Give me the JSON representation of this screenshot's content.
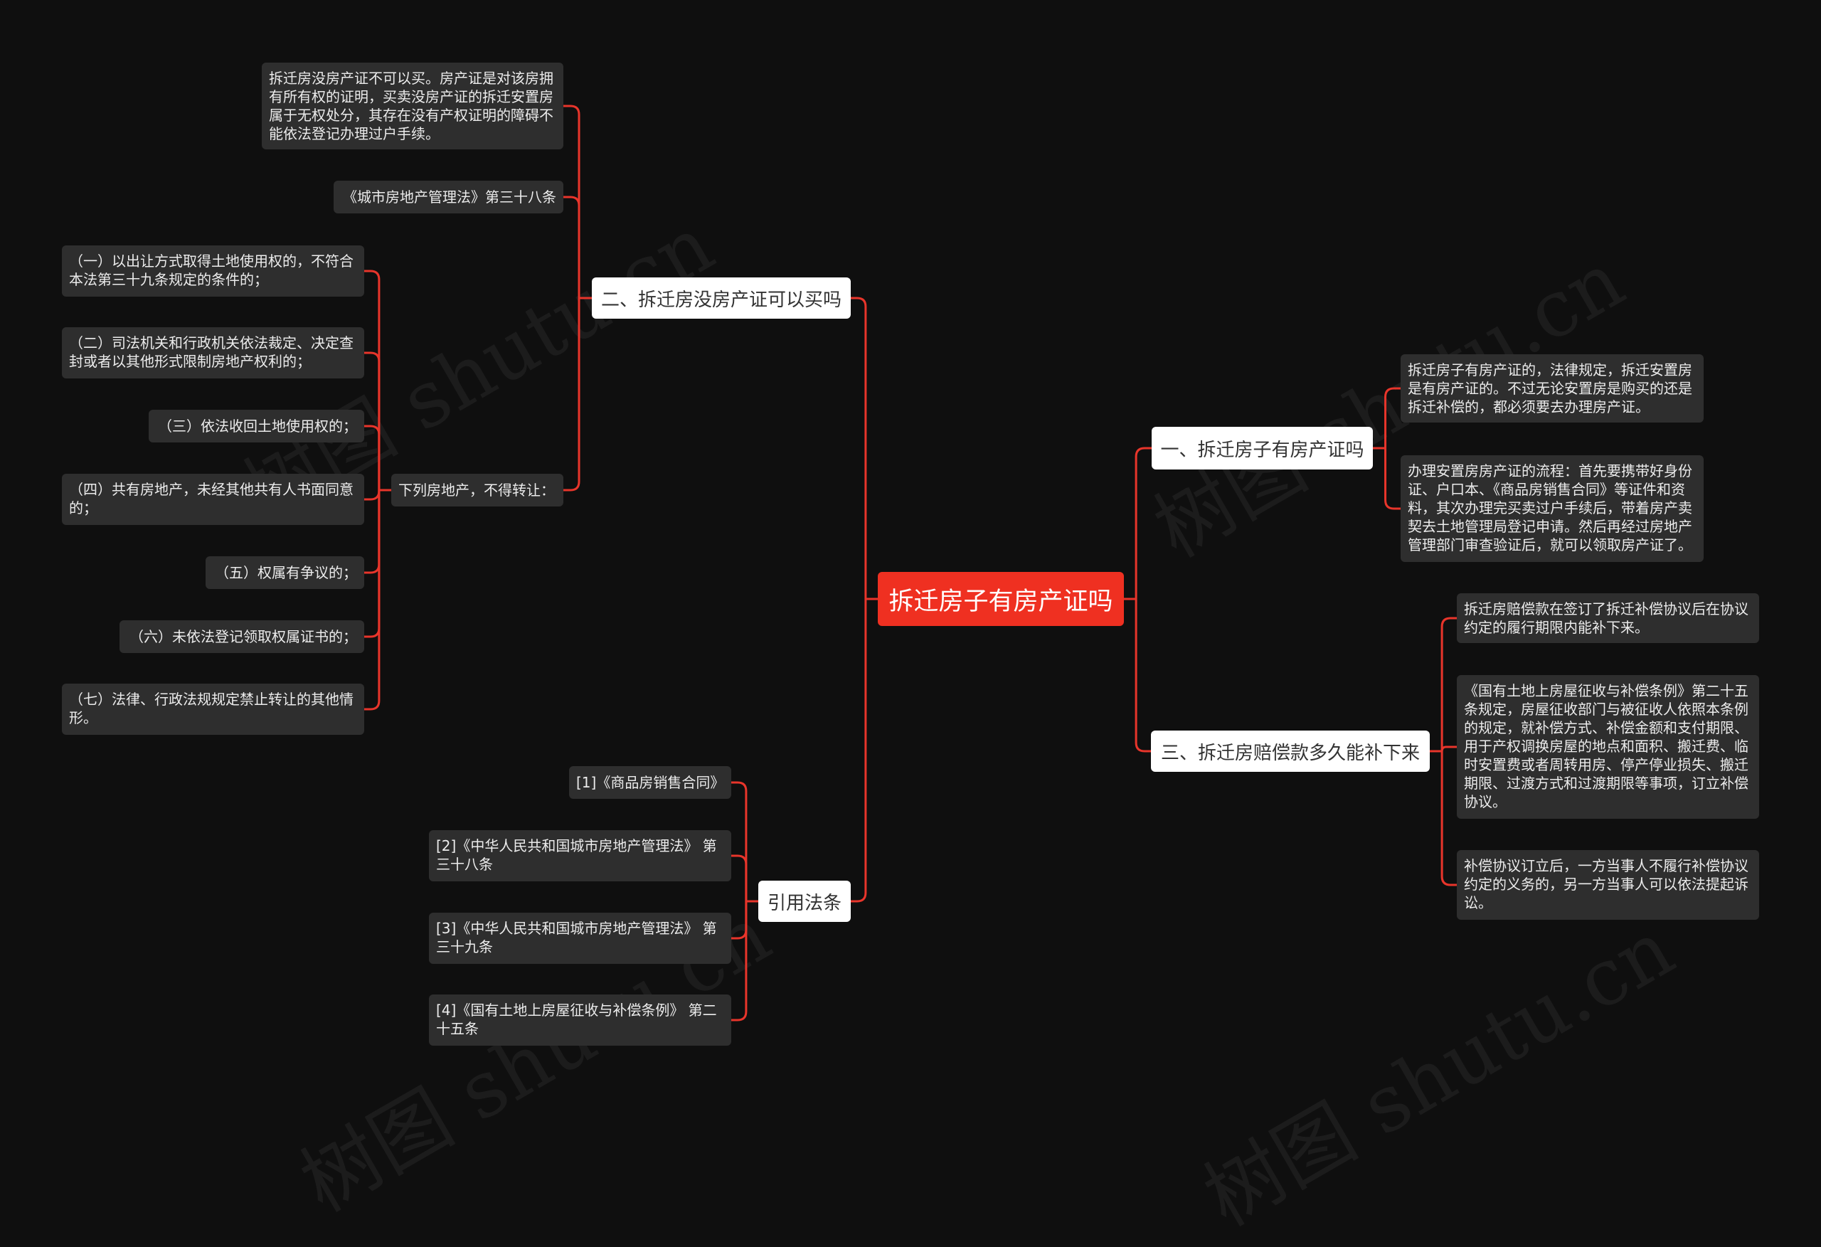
{
  "watermark": "树图 shutu.cn",
  "colors": {
    "background": "#0f0f0f",
    "root": "#ef3021",
    "link": "#e8352b",
    "branch_bg": "#ffffff",
    "leaf_bg": "#2e2e2e"
  },
  "root": {
    "label": "拆迁房子有房产证吗"
  },
  "branches": {
    "b1": {
      "label": "一、拆迁房子有房产证吗"
    },
    "b2": {
      "label": "二、拆迁房没房产证可以买吗"
    },
    "b3": {
      "label": "三、拆迁房赔偿款多久能补下来"
    },
    "b4": {
      "label": "引用法条"
    }
  },
  "leaves": {
    "b1_1": "拆迁房子有房产证的，法律规定，拆迁安置房是有房产证的。不过无论安置房是购买的还是拆迁补偿的，都必须要去办理房产证。",
    "b1_2": "办理安置房房产证的流程：首先要携带好身份证、户口本、《商品房销售合同》等证件和资料，其次办理完买卖过户手续后，带着房产卖契去土地管理局登记申请。然后再经过房地产管理部门审查验证后，就可以领取房产证了。",
    "b2_1": "拆迁房没房产证不可以买。房产证是对该房拥有所有权的证明，买卖没房产证的拆迁安置房属于无权处分，其存在没有产权证明的障碍不能依法登记办理过户手续。",
    "b2_2": "《城市房地产管理法》第三十八条",
    "b2_3": "下列房地产，不得转让：",
    "b2_3_1": "（一）以出让方式取得土地使用权的，不符合本法第三十九条规定的条件的；",
    "b2_3_2": "（二）司法机关和行政机关依法裁定、决定查封或者以其他形式限制房地产权利的；",
    "b2_3_3": "（三）依法收回土地使用权的；",
    "b2_3_4": "（四）共有房地产，未经其他共有人书面同意的；",
    "b2_3_5": "（五）权属有争议的；",
    "b2_3_6": "（六）未依法登记领取权属证书的；",
    "b2_3_7": "（七）法律、行政法规规定禁止转让的其他情形。",
    "b3_1": "拆迁房赔偿款在签订了拆迁补偿协议后在协议约定的履行期限内能补下来。",
    "b3_2": "《国有土地上房屋征收与补偿条例》第二十五条规定，房屋征收部门与被征收人依照本条例的规定，就补偿方式、补偿金额和支付期限、用于产权调换房屋的地点和面积、搬迁费、临时安置费或者周转用房、停产停业损失、搬迁期限、过渡方式和过渡期限等事项，订立补偿协议。",
    "b3_3": "补偿协议订立后，一方当事人不履行补偿协议约定的义务的，另一方当事人可以依法提起诉讼。",
    "b4_1": "[1]《商品房销售合同》",
    "b4_2": "[2]《中华人民共和国城市房地产管理法》 第三十八条",
    "b4_3": "[3]《中华人民共和国城市房地产管理法》 第三十九条",
    "b4_4": "[4]《国有土地上房屋征收与补偿条例》 第二十五条"
  }
}
